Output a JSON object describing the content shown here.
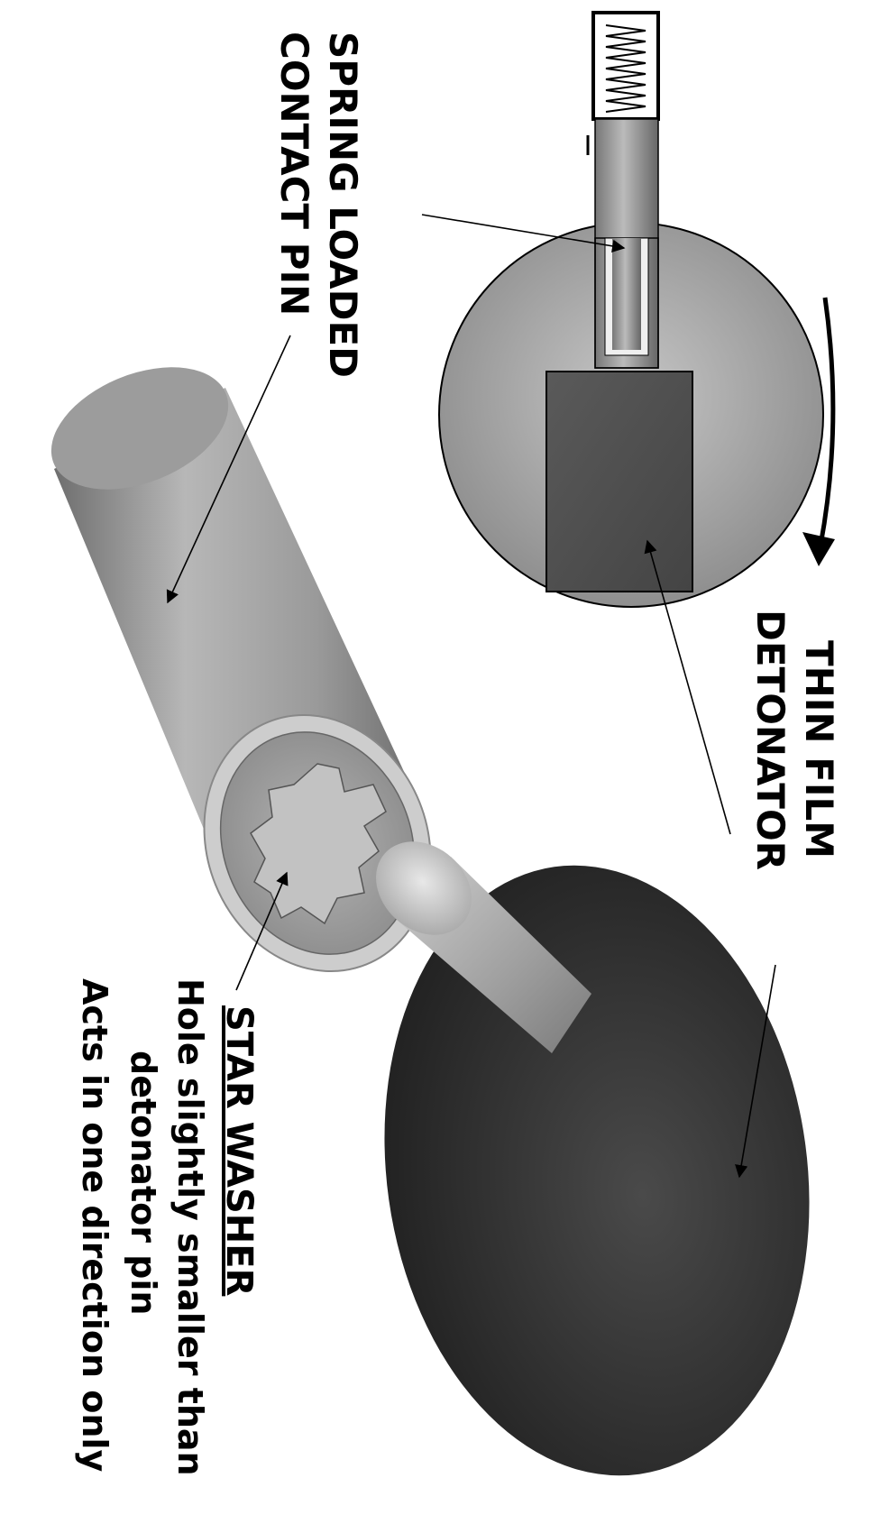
{
  "labels": {
    "spring_pin": [
      "SPRING LOADED",
      "CONTACT PIN"
    ],
    "thin_film": [
      "THIN FILM",
      "DETONATOR"
    ],
    "star_washer": {
      "title": "STAR WASHER",
      "lines": [
        "Hole slightly smaller than",
        "detonator pin",
        "Acts in one direction only"
      ]
    }
  }
}
